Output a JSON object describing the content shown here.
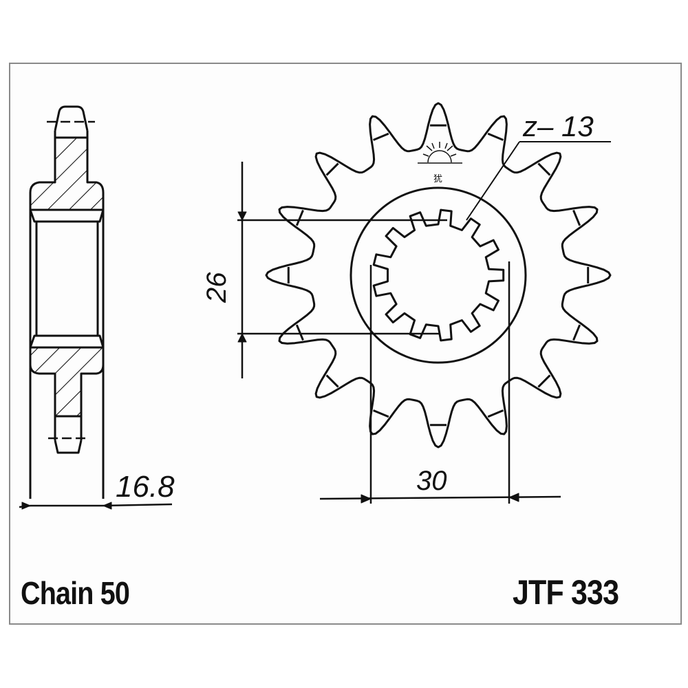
{
  "drawing": {
    "title": "Front sprocket technical drawing",
    "colors": {
      "line": "#111111",
      "frame": "#8a8a8a",
      "background": "#ffffff"
    }
  },
  "dimensions": {
    "width_label": "16.8",
    "spline_height_label": "26",
    "spline_width_label": "30",
    "spline_teeth_label": "z– 13"
  },
  "sprocket": {
    "outer_teeth": 16,
    "spline_teeth": 13
  },
  "logo": {
    "glyph": "犹"
  },
  "footer": {
    "chain_label": "Chain 50",
    "part_number": "JTF 333"
  }
}
